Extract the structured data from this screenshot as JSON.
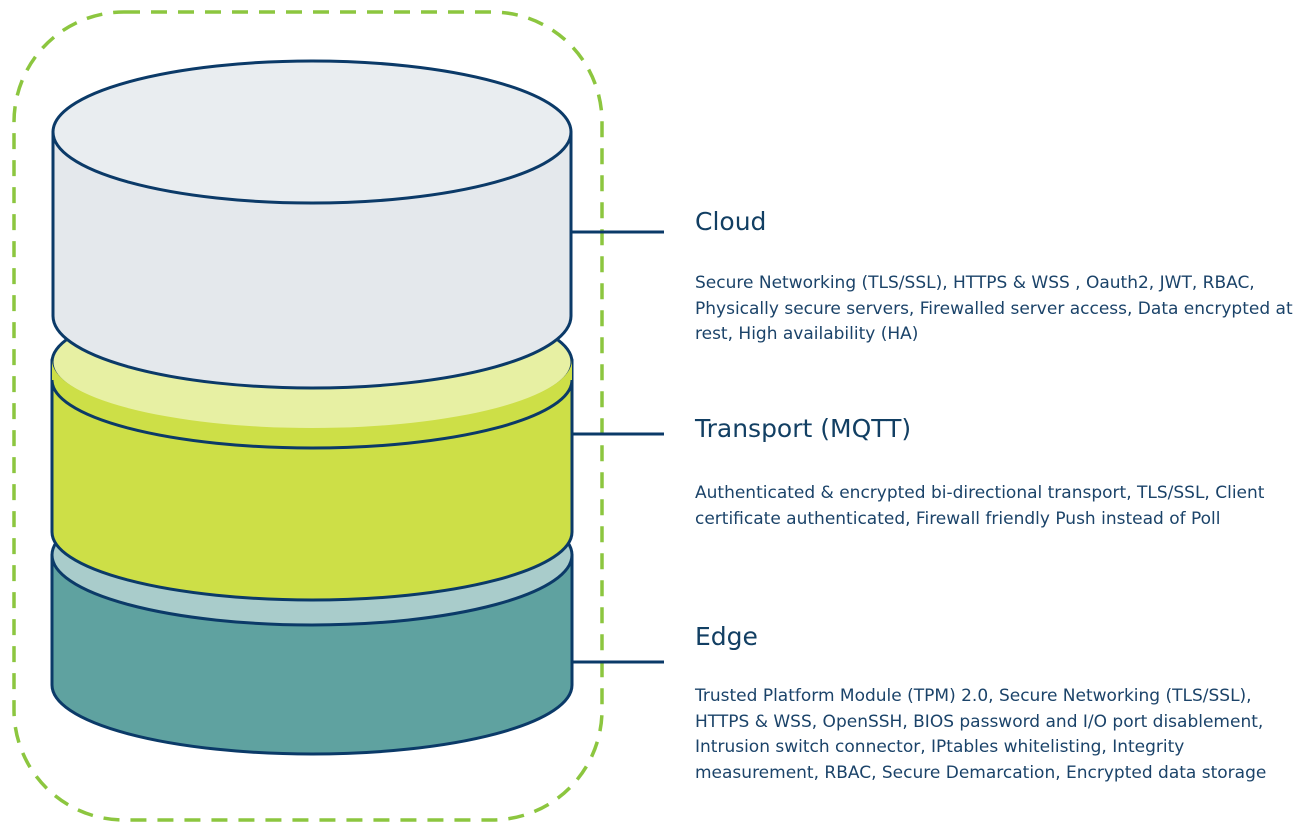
{
  "colors": {
    "cloud_fill": "#e4e8ec",
    "cloud_fill_top": "#e9edf0",
    "transport_fill": "#cddf47",
    "transport_rim": "#e7f0a3",
    "edge_fill": "#5fa2a0",
    "edge_rim": "#a9cccb",
    "outline": "#0b3a68",
    "dashed_border": "#8cc63f",
    "connector": "#0b3a68"
  },
  "layers": [
    {
      "id": "cloud",
      "title": "Cloud",
      "description": "Secure Networking (TLS/SSL),  HTTPS & WSS , Oauth2, JWT, RBAC, Physically secure servers, Firewalled server access, Data encrypted at rest, High availability (HA)"
    },
    {
      "id": "transport",
      "title": "Transport (MQTT)",
      "description": "Authenticated & encrypted bi-directional transport, TLS/SSL, Client certificate authenticated, Firewall friendly Push instead of Poll"
    },
    {
      "id": "edge",
      "title": "Edge",
      "description": "Trusted Platform Module (TPM) 2.0, Secure Networking (TLS/SSL),  HTTPS & WSS, OpenSSH, BIOS password and I/O port disablement,  Intrusion switch connector, IPtables whitelisting, Integrity measurement, RBAC, Secure Demarcation, Encrypted data storage"
    }
  ]
}
